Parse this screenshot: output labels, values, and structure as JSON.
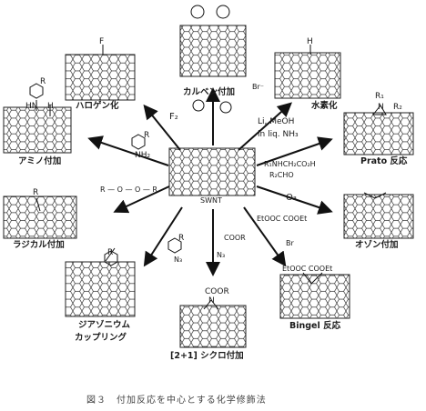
{
  "center": {
    "label": "SWNT"
  },
  "products": {
    "carbene": "カルベン付加",
    "hydrogen": "水素化",
    "halogen": "ハロゲン化",
    "amino": "アミノ付加",
    "prato": "Prato 反応",
    "radical": "ラジカル付加",
    "ozone": "オゾン付加",
    "diazonium_1": "ジアゾニウム",
    "diazonium_2": "カップリング",
    "cyclo": "[2+1] シクロ付加",
    "bingel": "Bingel 反応"
  },
  "reagents": {
    "f2": "F₂",
    "li": "Li, MeOH",
    "nh3": "in liq. NH₃",
    "nh2": "NH₂",
    "prato_1": "R₁NHCH₂CO₂H",
    "prato_2": "R₂CHO",
    "o3": "O₃",
    "bingel_1": "EtOOC   COOEt",
    "bingel_2": "Br",
    "azide_cooR": "COOR",
    "azide_n3": "N₃",
    "diaz_n3": "N₃",
    "peroxide": "R — O — O — R",
    "carbene_br": "Br⁻"
  },
  "substituents": {
    "F": "F",
    "H": "H",
    "HN": "HN",
    "H2": "H",
    "R_amino": "R",
    "R_radical": "R",
    "R_diaz": "R",
    "R1": "R₁",
    "R2": "R₂",
    "N_prato": "N",
    "cyclo_cooR": "COOR",
    "cyclo_N": "N",
    "bingel_top": "EtOOC        COOEt",
    "R_nh2": "R",
    "R_n3": "R"
  },
  "caption": "図３　付加反応を中心とする化学修飾法"
}
